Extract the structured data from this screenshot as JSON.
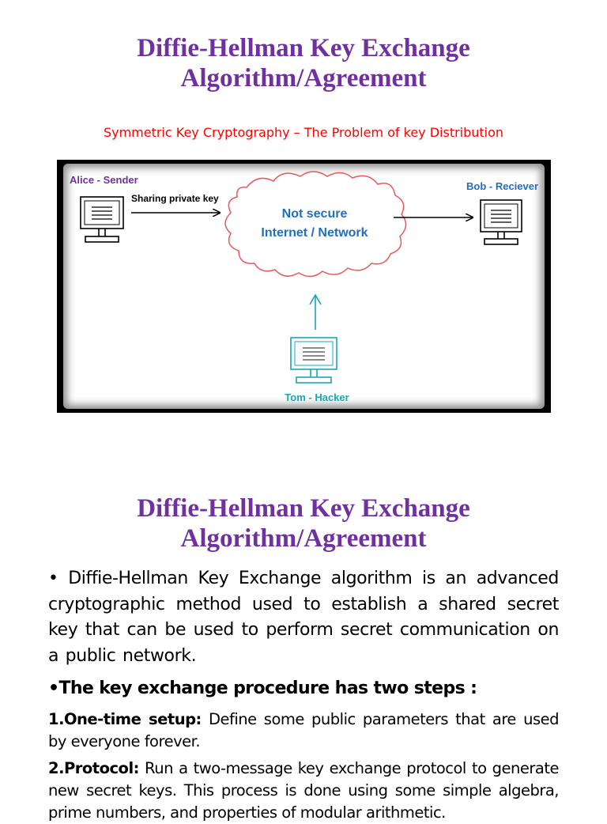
{
  "slide1": {
    "title_line1": "Diffie-Hellman Key Exchange",
    "title_line2": "Algorithm/Agreement",
    "subtitle": "Symmetric Key Cryptography – The Problem of key Distribution"
  },
  "diagram": {
    "alice_label": "Alice - Sender",
    "sharing_label": "Sharing private key",
    "cloud_line1": "Not secure",
    "cloud_line2": "Internet / Network",
    "bob_label": "Bob - Reciever",
    "tom_label": "Tom - Hacker",
    "colors": {
      "alice": "#7030a0",
      "bob": "#1f6fbf",
      "network": "#1f6fbf",
      "cloud_outline": "#e8585b",
      "tom_computer": "#1aa7b8",
      "tom_label": "#1aa7b8"
    }
  },
  "slide2": {
    "title_line1": "Diffie-Hellman Key Exchange",
    "title_line2": "Algorithm/Agreement",
    "bullet1": "• Diffie-Hellman Key Exchange algorithm is an advanced cryptographic method used to establish a shared secret key that can be used to perform secret communication on a public network.",
    "bullet2": "•The key exchange procedure has two steps :",
    "step1_label": "1.One-time setup:",
    "step1_text": " Define some public parameters that are used by everyone forever.",
    "step2_label": "2.Protocol:",
    "step2_text": " Run a two-message key exchange protocol to generate new secret keys. This process is done using some simple algebra, prime numbers, and properties of modular arithmetic."
  }
}
